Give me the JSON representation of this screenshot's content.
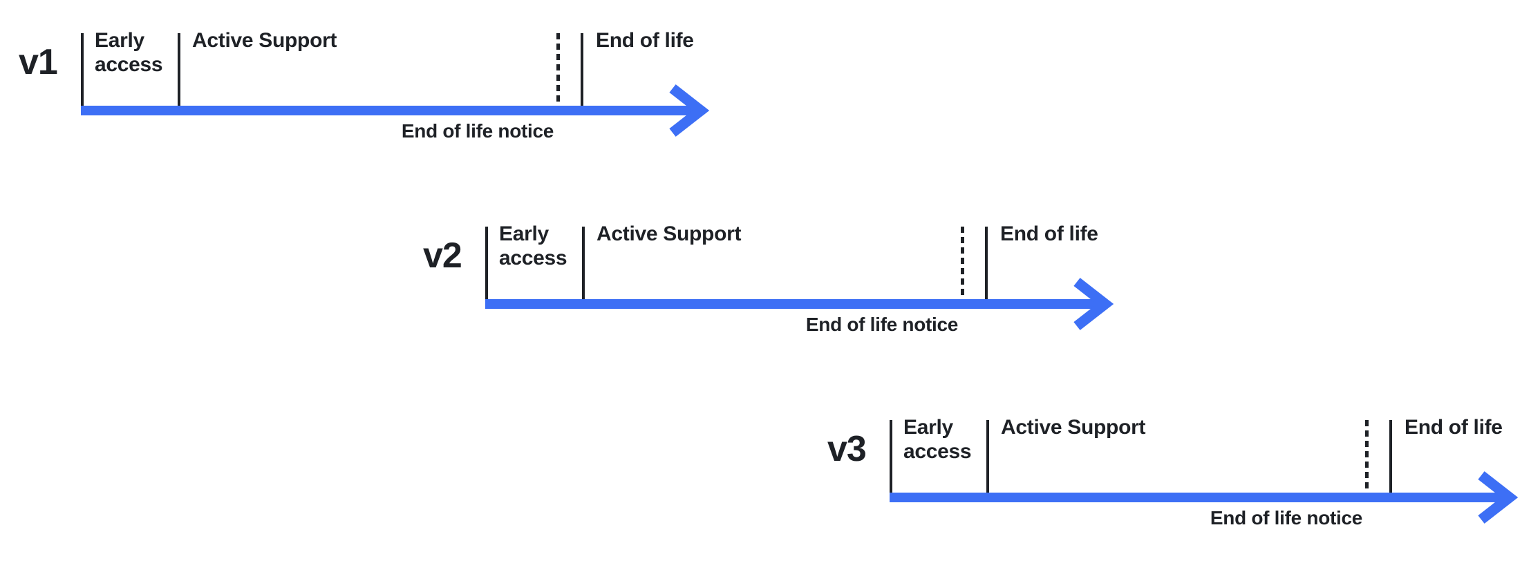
{
  "colors": {
    "arrow_blue": "#3D6FF5",
    "ink": "#1E2126"
  },
  "timelines": [
    {
      "version": "v1",
      "early_access": "Early access",
      "active_support": "Active Support",
      "end_of_life": "End of life",
      "end_of_life_notice": "End of life notice"
    },
    {
      "version": "v2",
      "early_access": "Early access",
      "active_support": "Active Support",
      "end_of_life": "End of life",
      "end_of_life_notice": "End of life notice"
    },
    {
      "version": "v3",
      "early_access": "Early access",
      "active_support": "Active Support",
      "end_of_life": "End of life",
      "end_of_life_notice": "End of life notice"
    }
  ]
}
